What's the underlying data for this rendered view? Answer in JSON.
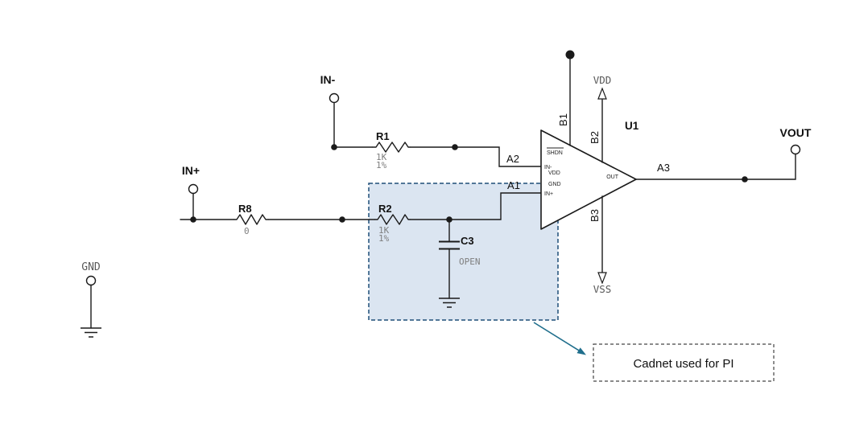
{
  "terminals": {
    "in_minus": "IN-",
    "in_plus": "IN+",
    "gnd": "GND",
    "vout": "VOUT"
  },
  "power": {
    "vdd": "VDD",
    "vss": "VSS"
  },
  "components": {
    "r1": {
      "ref": "R1",
      "value": "1K",
      "tol": "1%"
    },
    "r8": {
      "ref": "R8",
      "value": "0"
    },
    "r2": {
      "ref": "R2",
      "value": "1K",
      "tol": "1%"
    },
    "c3": {
      "ref": "C3",
      "value": "OPEN"
    },
    "u1": {
      "ref": "U1"
    }
  },
  "opamp_pins": {
    "shdn": "SHDN",
    "in_minus": "IN-",
    "vdd": "VDD",
    "gnd": "GND",
    "in_plus": "IN+",
    "out": "OUT"
  },
  "net_labels": {
    "a1": "A1",
    "a2": "A2",
    "a3": "A3",
    "b1": "B1",
    "b2": "B2",
    "b3": "B3"
  },
  "annotation": {
    "callout": "Cadnet used for PI"
  },
  "colors": {
    "wire": "#1a1a1a",
    "value_text": "#7f7f7f",
    "power_text": "#595959",
    "highlight_fill": "#dbe5f1",
    "highlight_border": "#1f4e79",
    "arrow": "#1f6e8c"
  }
}
